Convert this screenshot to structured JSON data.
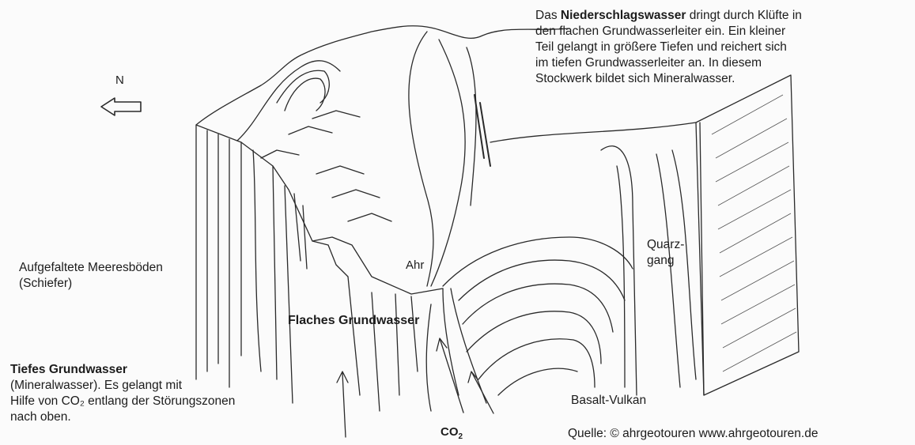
{
  "compass": {
    "label": "N",
    "arrow_icon": "arrow-left-icon"
  },
  "description": {
    "line1_prefix": "Das ",
    "line1_bold": "Niederschlagswasser",
    "line1_suffix": " dringt durch Klüfte in",
    "line2": "den flachen Grundwasserleiter ein. Ein kleiner",
    "line3": "Teil gelangt in größere Tiefen und reichert sich",
    "line4": "im tiefen Grundwasserleiter an. In diesem",
    "line5": "Stockwerk bildet sich Mineralwasser."
  },
  "labels": {
    "aufgefaltet_line1": "Aufgefaltete Meeresböden",
    "aufgefaltet_line2": "(Schiefer)",
    "ahr": "Ahr",
    "quarz_line1": "Quarz-",
    "quarz_line2": "gang",
    "flaches_grundwasser": "Flaches Grundwasser",
    "basalt_vulkan": "Basalt-Vulkan",
    "co2_main": "CO",
    "co2_sub": "2"
  },
  "tiefes": {
    "title": "Tiefes Grundwasser",
    "line1": "(Mineralwasser). Es gelangt mit",
    "line2": "Hilfe von CO₂ entlang der Störungszonen",
    "line3": "nach oben."
  },
  "source": "Quelle: © ahrgeotouren www.ahrgeotouren.de",
  "colors": {
    "ink": "#1c1c1c",
    "paper": "#fbfbfb",
    "hatch": "#555555"
  }
}
